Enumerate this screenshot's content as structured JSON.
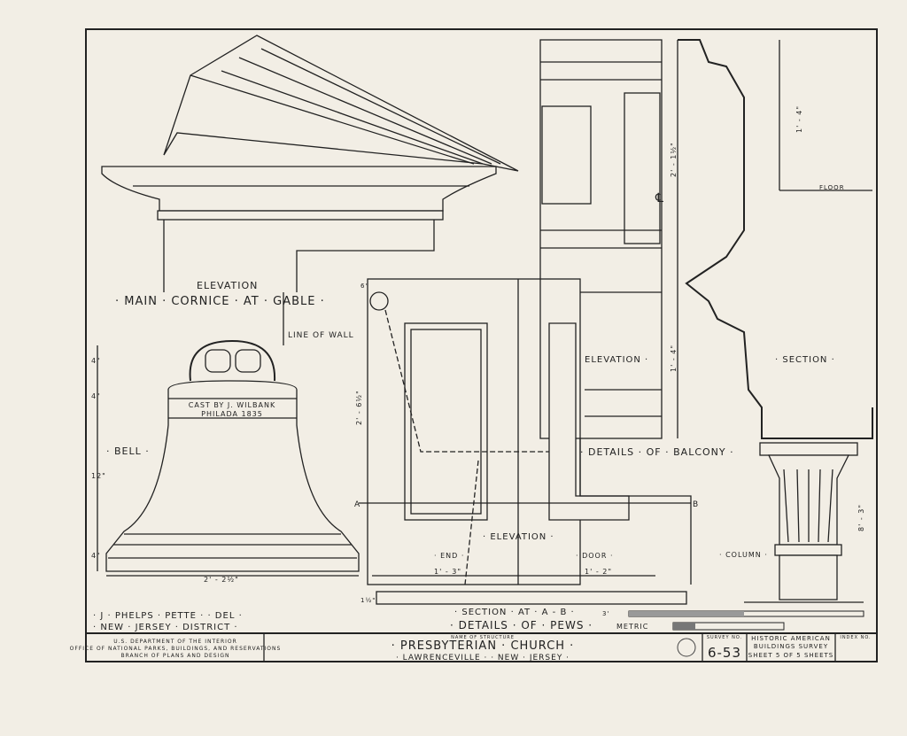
{
  "drawing": {
    "cornice": {
      "sub": "ELEVATION",
      "title": "· MAIN · CORNICE · AT · GABLE ·",
      "line_of_wall": "LINE OF WALL"
    },
    "bell": {
      "label": "· BELL ·",
      "inscription_1": "CAST BY J. WILBANK",
      "inscription_2": "PHILADA 1835",
      "dims": [
        "4\"",
        "4\"",
        "12\"",
        "4\"",
        "2' - 2½\""
      ]
    },
    "balcony": {
      "elevation": "ELEVATION ·",
      "section": "· SECTION ·",
      "title": "· DETAILS · OF · BALCONY ·",
      "centerline": "℄",
      "floor": "FLOOR",
      "dims": [
        "1' - 4\"",
        "2' - 1½\"",
        "1' - 4\""
      ]
    },
    "pews": {
      "elevation": "· ELEVATION ·",
      "end": "· END ·",
      "door": "· DOOR ·",
      "section": "· SECTION · AT · A - B ·",
      "title": "· DETAILS · OF · PEWS ·",
      "point_a": "A",
      "point_b": "B",
      "dims": [
        "2' - 6½\"",
        "1' - 3\"",
        "1' - 2\"",
        "6\"",
        "1½\""
      ]
    },
    "column": {
      "label": "· COLUMN ·",
      "dim": "8' - 3\""
    },
    "scale": {
      "feet": "3'",
      "metric": "METRIC"
    },
    "delineator": {
      "line1": "· J · PHELPS · PETTE · · DEL ·",
      "line2": "· NEW · JERSEY · DISTRICT ·"
    }
  },
  "title_block": {
    "agency_1": "U.S. DEPARTMENT OF THE INTERIOR",
    "agency_2": "OFFICE OF NATIONAL PARKS, BUILDINGS, AND RESERVATIONS",
    "agency_3": "BRANCH OF PLANS AND DESIGN",
    "name_label": "NAME OF STRUCTURE",
    "structure": "· PRESBYTERIAN · CHURCH ·",
    "location": "· LAWRENCEVILLE · · NEW · JERSEY ·",
    "survey_label": "SURVEY NO.",
    "survey_no": "6-53",
    "habs_1": "HISTORIC AMERICAN",
    "habs_2": "BUILDINGS SURVEY",
    "sheet": "SHEET 5 OF 5 SHEETS",
    "index_label": "INDEX NO."
  }
}
